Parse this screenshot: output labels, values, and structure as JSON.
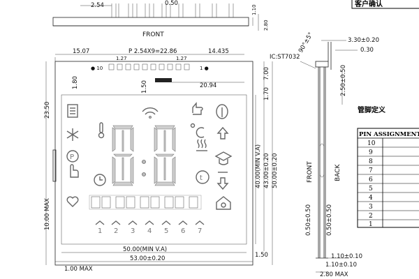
{
  "dimensions": {
    "top_pitch": "2.54",
    "top_width": "0.50",
    "top_h1": "1.10",
    "top_h2": "2.80",
    "left_offset": "15.07",
    "pitch_total": "P 2.54X9=22.86",
    "right_offset": "14.435",
    "pin_w1": "1.27",
    "pin_w2": "1.27",
    "pin_pitch_label": "1.27",
    "dot_left": "● 10",
    "dot_right": "1 ●",
    "ic_label": "IC:ST7032",
    "v_180": "1.80",
    "v_150": "1.50",
    "w_2094": "20.94",
    "v_2350": "23.50",
    "v_1000": "10.00 MAX",
    "v_700": "7.00",
    "v_170": "1.70",
    "v_4000": "40.00(MIN V.A)",
    "v_4300": "43.00±0.20",
    "v_5000": "50.00±0.20",
    "h_5000": "50.00(MIN V.A)",
    "h_5300": "53.00±0.20",
    "h_100max": "1.00 MAX",
    "h_150": "1.50",
    "side_angle": "90°±5°",
    "side_330": "3.30±0.20",
    "side_030": "0.30",
    "side_250": "2.50±0.50",
    "side_050a": "0.50±0.50",
    "side_050b": "0.50±0.50",
    "side_110a": "1.10±0.10",
    "side_110b": "1.10±0.10",
    "side_280": "2.80 MAX"
  },
  "labels": {
    "front_top": "FRONT",
    "front_side": "FRONT",
    "back_side": "BACK",
    "title_customer": "客户确认",
    "title_pins": "管脚定义",
    "digits_small": "1̂ 2̂ 3̂ 4̂ 5̂ 6̂ 7̂"
  },
  "arrow_digits": [
    "1",
    "2",
    "3",
    "4",
    "5",
    "6",
    "7"
  ],
  "pin_table": {
    "header": "PIN ASSIGNMENT",
    "rows": [
      "10",
      "9",
      "8",
      "7",
      "6",
      "5",
      "4",
      "3",
      "2",
      "1"
    ]
  },
  "icons": [
    "document-icon",
    "snowflake-icon",
    "parking-icon",
    "hand-pointer-icon",
    "heart-icon",
    "thermometer-icon",
    "wifi-icon",
    "clock-icon",
    "thumbs-up-icon",
    "leaf-shield-icon",
    "celsius-icon",
    "arrow-up-icon",
    "heat-waves-icon",
    "graduation-cap-icon",
    "timer-icon",
    "arrow-down-icon",
    "home-icon"
  ]
}
